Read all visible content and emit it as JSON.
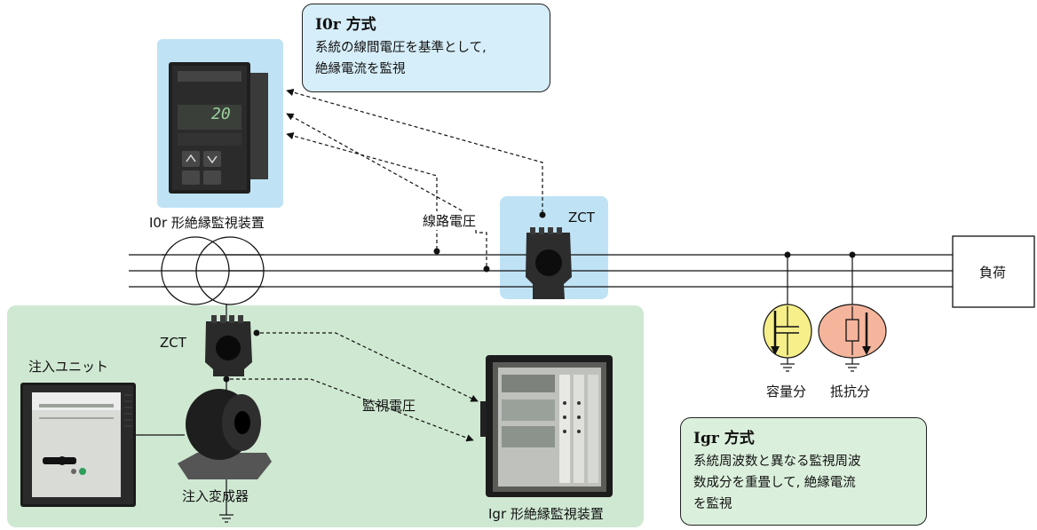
{
  "callouts": {
    "ior": {
      "title": "I0r 方式",
      "lines": [
        "系統の線間電圧を基準として,",
        "絶縁電流を監視"
      ]
    },
    "igr": {
      "title": "Igr 方式",
      "lines": [
        "系統周波数と異なる監視周波",
        "数成分を重畳して, 絶縁電流",
        "を監視"
      ]
    }
  },
  "labels": {
    "ior_device": "I0r 形絶縁監視装置",
    "line_voltage": "線路電圧",
    "zct_top": "ZCT",
    "zct_bottom": "ZCT",
    "load": "負荷",
    "capacitance": "容量分",
    "resistance": "抵抗分",
    "injection_unit": "注入ユニット",
    "monitor_voltage": "監視電圧",
    "injection_transformer": "注入変成器",
    "igr_device": "Igr 形絶縁監視装置"
  },
  "device_display": {
    "reading": "20"
  },
  "colors": {
    "blue_zone": "#bfe3f5",
    "green_zone": "#cfe8d2",
    "capacitor_fill": "#f6ef8a",
    "resistor_fill": "#f5b59c",
    "callout_blue": "#d6eef9",
    "callout_green": "#dbf0dc"
  }
}
